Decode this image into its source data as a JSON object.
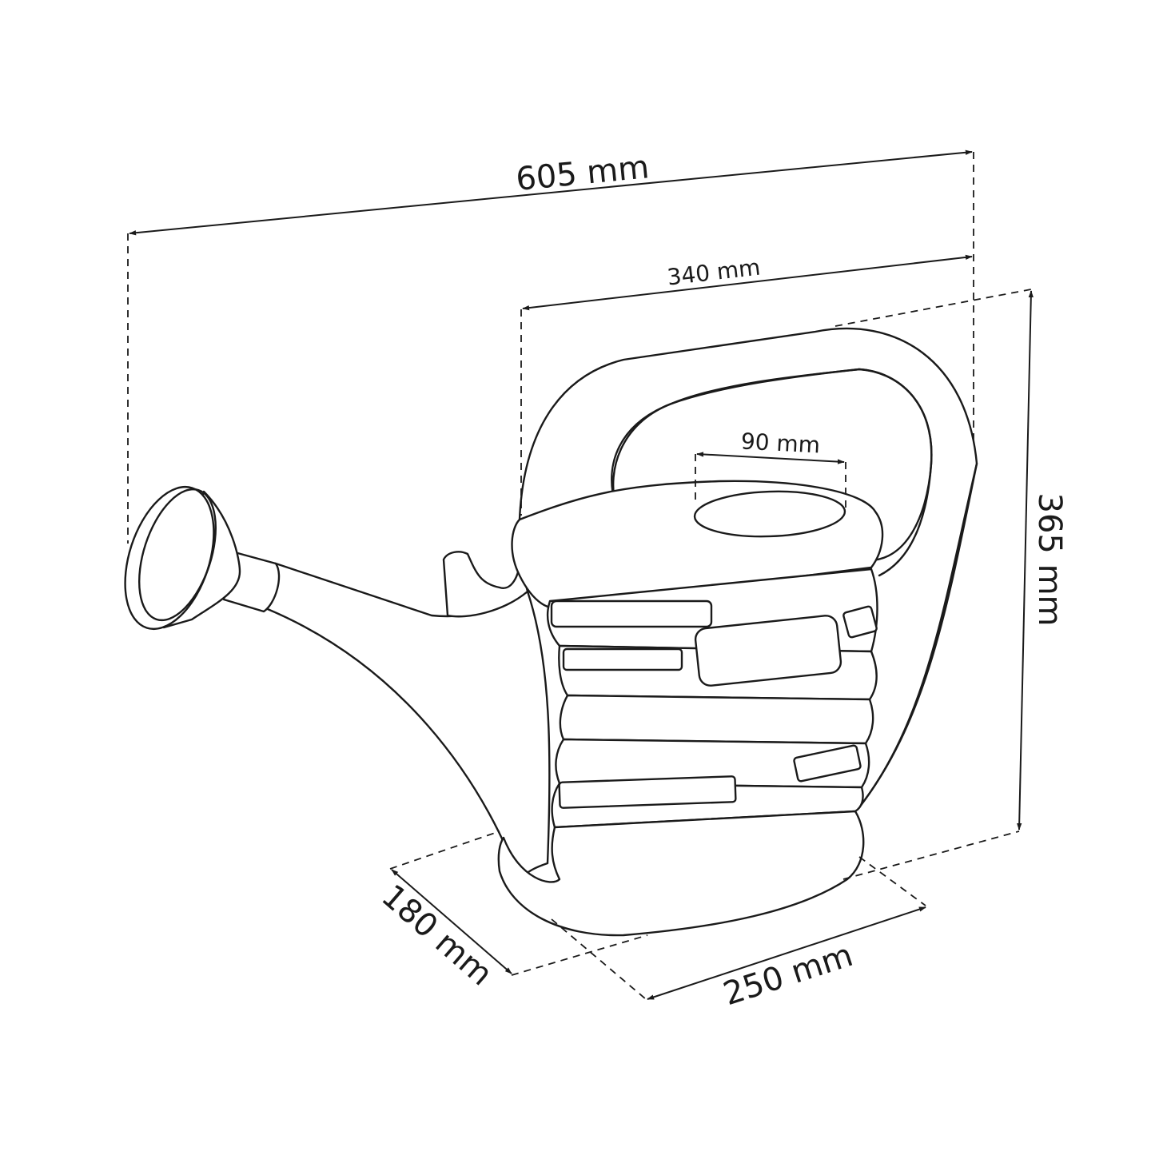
{
  "dimensions": {
    "total_length": "605 mm",
    "body_length": "340 mm",
    "opening_diameter": "90 mm",
    "height": "365 mm",
    "base_depth": "180 mm",
    "base_width": "250 mm"
  },
  "colors": {
    "line": "#1a1a1a",
    "background": "#ffffff"
  }
}
